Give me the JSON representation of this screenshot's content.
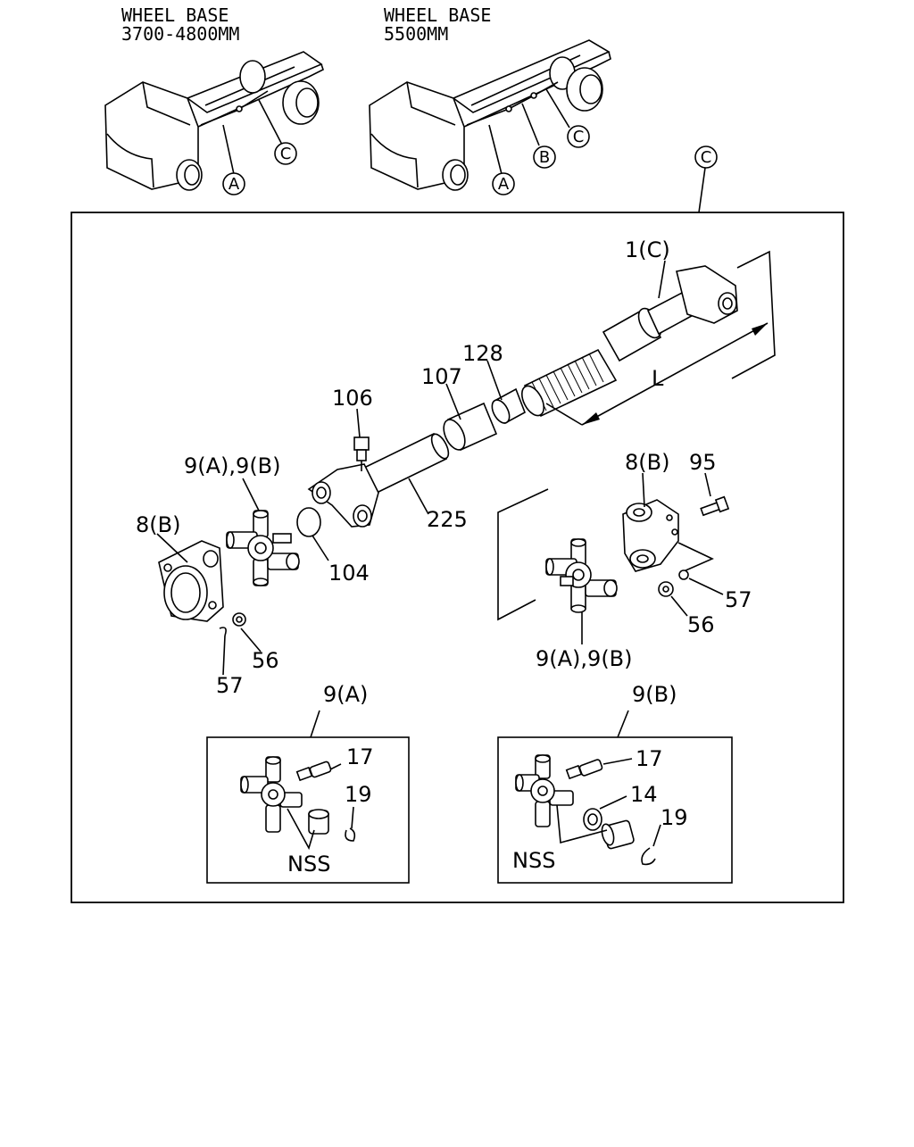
{
  "headers": {
    "left": {
      "line1": "WHEEL BASE",
      "line2": "3700-4800MM"
    },
    "right": {
      "line1": "WHEEL BASE",
      "line2": "5500MM"
    }
  },
  "circle_labels": {
    "left_a": "A",
    "left_c": "C",
    "right_a": "A",
    "right_b": "B",
    "right_c": "C",
    "box_c": "C"
  },
  "part_labels": {
    "p1c": "1(C)",
    "p128": "128",
    "p107": "107",
    "p106": "106",
    "p9ab_left": "9(A),9(B)",
    "p8b_left": "8(B)",
    "p225": "225",
    "p104": "104",
    "p56_left": "56",
    "p57_left": "57",
    "pL": "L",
    "p8b_right": "8(B)",
    "p95": "95",
    "p57_right": "57",
    "p56_right": "56",
    "p9ab_right": "9(A),9(B)",
    "p9a": "9(A)",
    "p9b": "9(B)",
    "p17_a": "17",
    "p19_a": "19",
    "nss_a": "NSS",
    "p17_b": "17",
    "p14_b": "14",
    "p19_b": "19",
    "nss_b": "NSS"
  }
}
